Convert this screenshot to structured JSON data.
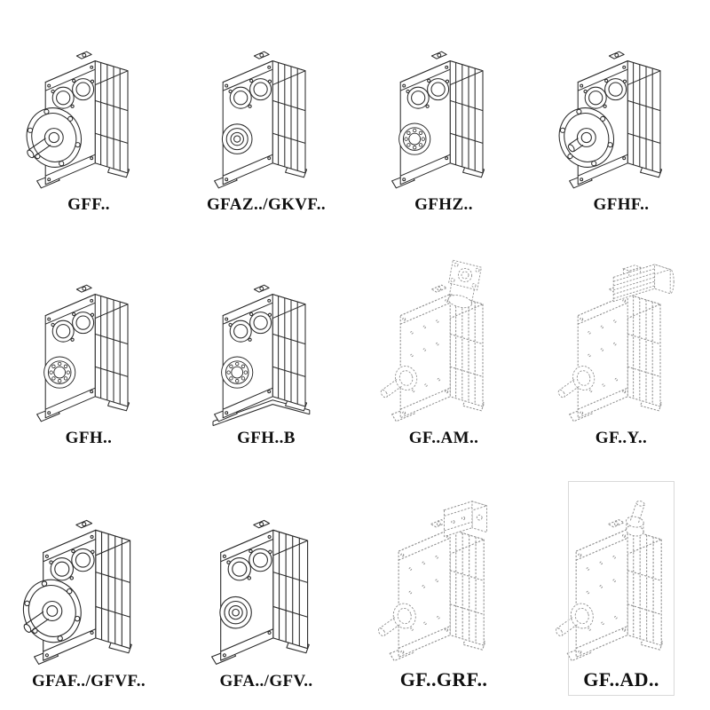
{
  "page": {
    "background_color": "#ffffff",
    "line_color": "#2a2a2a",
    "phantom_line_color": "#8f8f8f"
  },
  "cells": [
    {
      "label": "GFF..",
      "variant": "gearbox-output-flange-with-shaft"
    },
    {
      "label": "GFAZ../GKVF..",
      "variant": "gearbox-hollow-shaft"
    },
    {
      "label": "GFHZ..",
      "variant": "gearbox-hollow-shaft-bearing"
    },
    {
      "label": "GFHF..",
      "variant": "gearbox-output-flange-stub-shaft"
    },
    {
      "label": "GFH..",
      "variant": "gearbox-shrink-disc-bearing"
    },
    {
      "label": "GFH..B",
      "variant": "gearbox-shrink-disc-base-plate"
    },
    {
      "label": "GF..AM..",
      "variant": "gearbox-phantom-motor-adapter-flange"
    },
    {
      "label": "GF..Y..",
      "variant": "gearbox-phantom-mounted-motor"
    },
    {
      "label": "GFAF../GFVF..",
      "variant": "gearbox-output-flange-with-shaft"
    },
    {
      "label": "GFA../GFV..",
      "variant": "gearbox-foot-mounted-hollow-shaft"
    },
    {
      "label": "GF..GRF..",
      "variant": "gearbox-phantom-adapter-block"
    },
    {
      "label": "GF..AD..",
      "variant": "gearbox-phantom-input-shaft-adapter"
    }
  ]
}
